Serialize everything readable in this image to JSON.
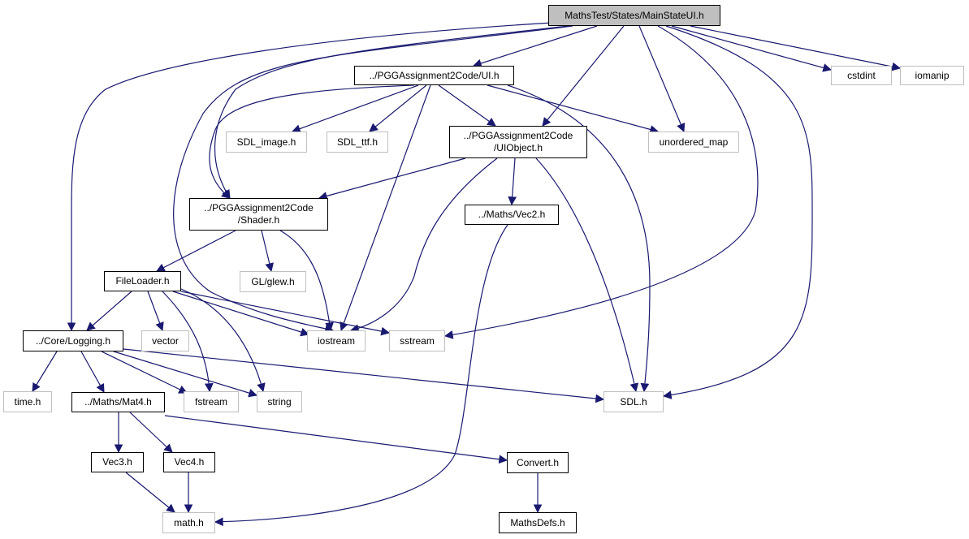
{
  "diagram": {
    "colors": {
      "edge": "#191970",
      "external_border": "#bfbfbf",
      "root_fill": "#bfbfbf"
    },
    "nodes": {
      "root": "MathsTest/States/MainStateUI.h",
      "ui_h": "../PGGAssignment2Code/UI.h",
      "cstdint": "cstdint",
      "iomanip": "iomanip",
      "sdl_image": "SDL_image.h",
      "sdl_ttf": "SDL_ttf.h",
      "uiobject": "../PGGAssignment2Code\n/UIObject.h",
      "unordered_map": "unordered_map",
      "shader": "../PGGAssignment2Code\n/Shader.h",
      "vec2": "../Maths/Vec2.h",
      "fileloader": "FileLoader.h",
      "glew": "GL/glew.h",
      "logging": "../Core/Logging.h",
      "vector": "vector",
      "iostream": "iostream",
      "sstream": "sstream",
      "time": "time.h",
      "mat4": "../Maths/Mat4.h",
      "fstream": "fstream",
      "string": "string",
      "sdl": "SDL.h",
      "vec3": "Vec3.h",
      "vec4": "Vec4.h",
      "convert": "Convert.h",
      "math": "math.h",
      "mathsdefs": "MathsDefs.h"
    }
  }
}
